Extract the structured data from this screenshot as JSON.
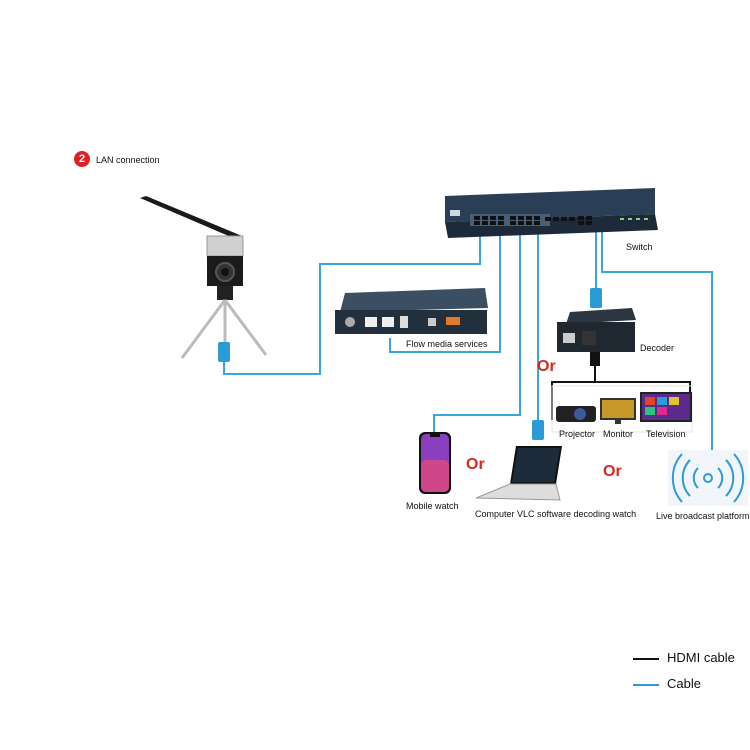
{
  "header": {
    "badge_number": "2",
    "title": "LAN connection"
  },
  "devices": {
    "switch": {
      "label": "Switch",
      "icon": "network-switch-icon"
    },
    "flow_media": {
      "label": "Flow media services",
      "icon": "media-server-icon"
    },
    "decoder": {
      "label": "Decoder",
      "icon": "decoder-icon"
    },
    "projector": {
      "label": "Projector",
      "icon": "projector-icon"
    },
    "monitor": {
      "label": "Monitor",
      "icon": "monitor-icon"
    },
    "television": {
      "label": "Television",
      "icon": "television-icon"
    },
    "mobile": {
      "label": "Mobile watch",
      "icon": "smartphone-icon"
    },
    "computer": {
      "label": "Computer VLC software decoding watch",
      "icon": "laptop-icon"
    },
    "live": {
      "label": "Live broadcast platform",
      "icon": "broadcast-icon"
    },
    "camera": {
      "icon": "wireless-camera-icon"
    }
  },
  "or_labels": [
    "Or",
    "Or",
    "Or"
  ],
  "legend": [
    {
      "label": "HDMI cable",
      "color": "#111111"
    },
    {
      "label": "Cable",
      "color": "#2a9bd6"
    }
  ],
  "colors": {
    "cable": "#2a9bd6",
    "hdmi": "#111111",
    "or": "#d42a1b",
    "badge": "#e02020"
  }
}
